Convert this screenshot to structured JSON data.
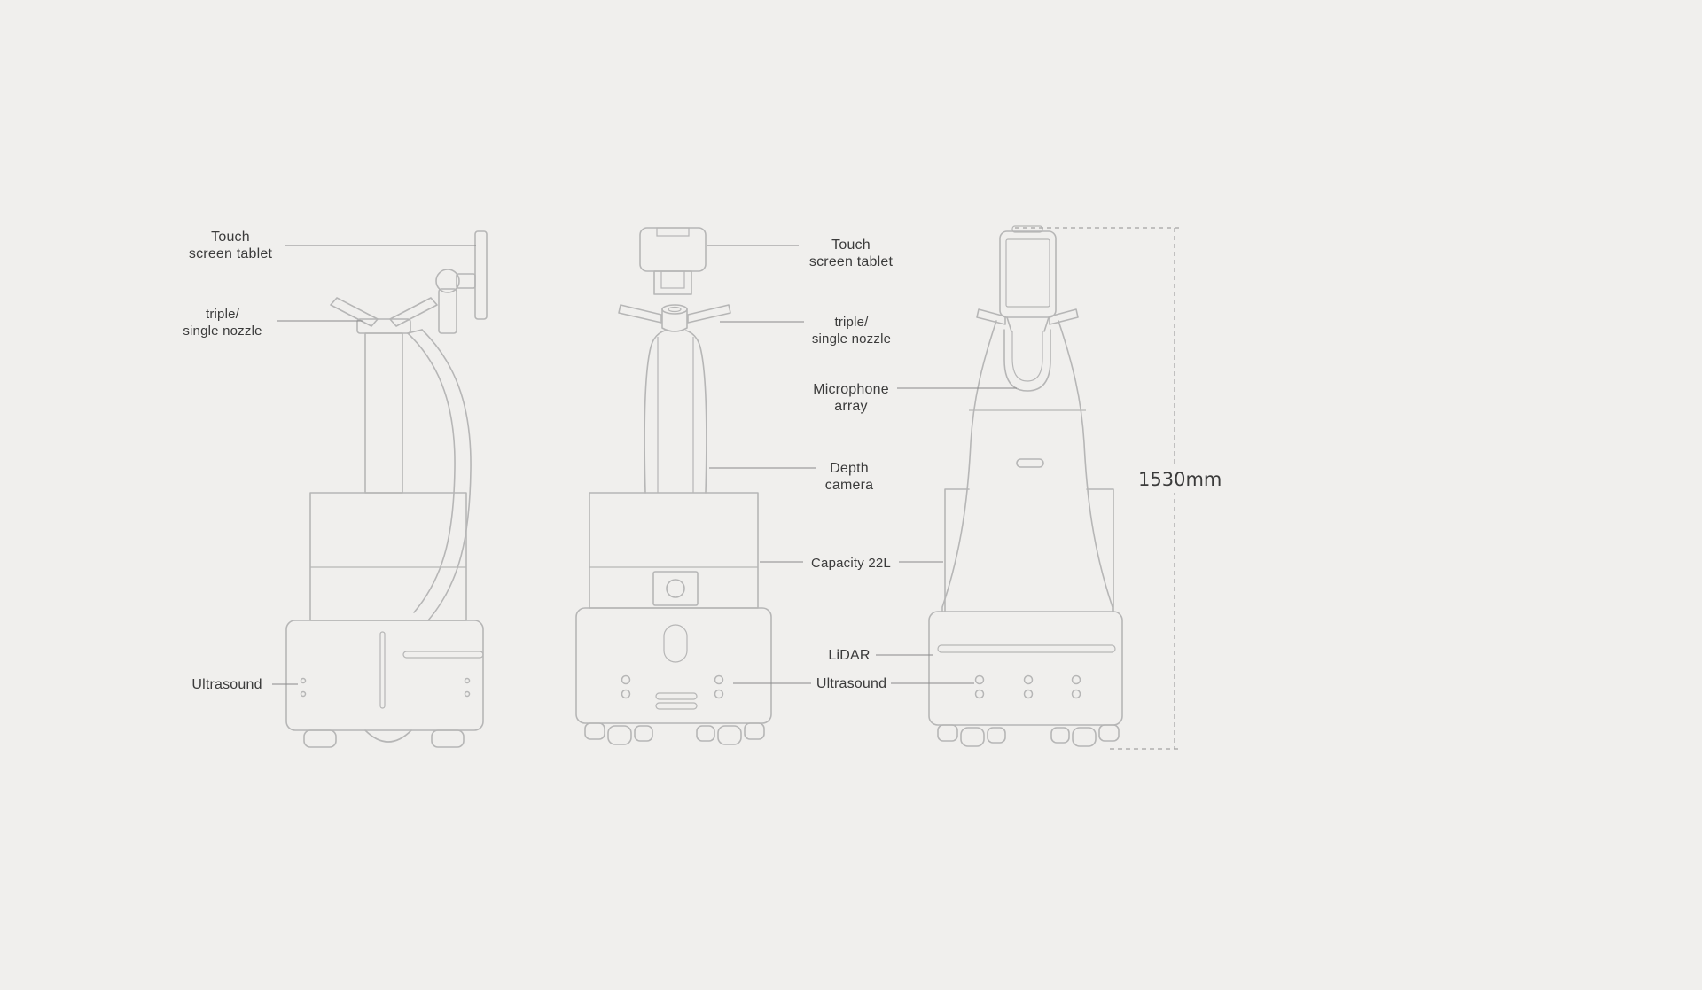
{
  "colors": {
    "bg": "#f0efed",
    "line": "#b6b6b6",
    "leader": "#8a8a8a",
    "dash": "#a2a2a2",
    "text": "#3b3b3b"
  },
  "labels": {
    "left": {
      "touch_screen_tablet": "Touch\nscreen tablet",
      "nozzle": "triple/\nsingle nozzle",
      "ultrasound": "Ultrasound"
    },
    "center": {
      "touch_screen_tablet": "Touch\nscreen tablet",
      "nozzle": "triple/\nsingle nozzle",
      "microphone_array": "Microphone\narray",
      "depth_camera": "Depth\ncamera",
      "capacity": "Capacity 22L",
      "lidar": "LiDAR",
      "ultrasound": "Ultrasound"
    },
    "dimension_height": "1530mm"
  }
}
